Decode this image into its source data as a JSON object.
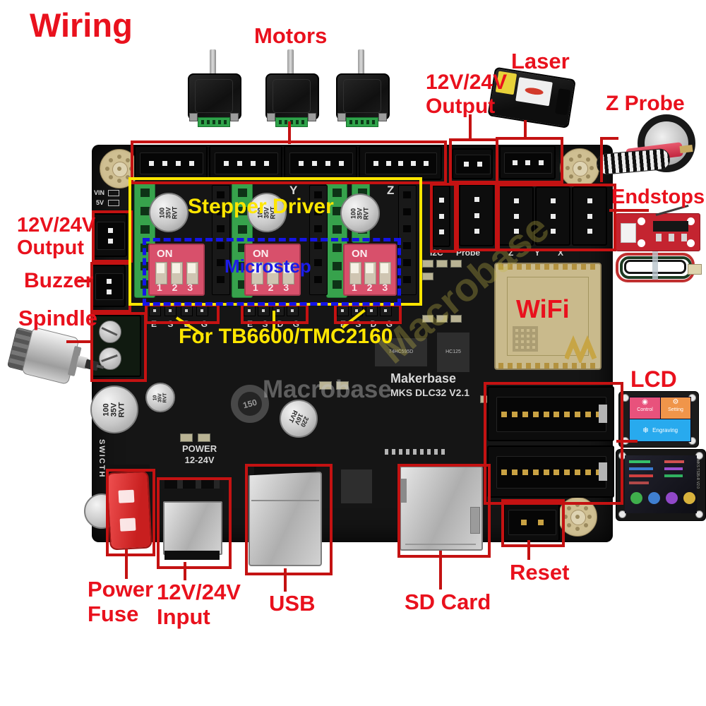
{
  "page": {
    "title": "Wiring"
  },
  "labels": {
    "motors": "Motors",
    "laser": "Laser",
    "output_top": "12V/24V\nOutput",
    "z_probe": "Z Probe",
    "endstops": "Endstops",
    "output_left": "12V/24V\nOutput",
    "buzzer": "Buzzer",
    "spindle": "Spindle",
    "wifi": "WiFi",
    "lcd": "LCD",
    "reset": "Reset",
    "power_fuse": "Power\nFuse",
    "input": "12V/24V\nInput",
    "usb": "USB",
    "sd_card": "SD Card",
    "stepper_driver": "Stepper Driver",
    "microstep": "Microstep",
    "driver_note": "For TB6600/TMC2160"
  },
  "colors": {
    "label_red": "#e9111d",
    "annotation_red": "#c41212",
    "box_yellow": "#ffe600",
    "box_blue": "#1414e6"
  },
  "board": {
    "brand": "Makerbase",
    "model": "MKS DLC32 V2.1",
    "watermark": "Macrobase",
    "silkscreen": {
      "power": "POWER\n12-24V",
      "switch": "SWICTH",
      "vin": "VIN",
      "v5": "5V",
      "axis_y": "Y",
      "axis_z": "Z",
      "conn_i2c": "I2C",
      "conn_probe": "Probe",
      "conn_z": "Z",
      "conn_y": "Y",
      "conn_x": "X",
      "pin_row": "E S D G"
    },
    "components": {
      "cap_large": "100\n35V\nRVT",
      "cap_small": "10\n35V\nRVT",
      "cap_220": "220\n16V\nRVT",
      "inductor": "150",
      "ic1": "74HC595D",
      "ic2": "HC125",
      "dip_on": "ON",
      "dip_numbers": "1 2 3"
    }
  },
  "lcd_screens": {
    "tile_control": "Control",
    "tile_setting": "Setting",
    "tile_engraving": "Engraving",
    "screen2_model": "MKS TS35-R V2.0"
  },
  "icons": {
    "control": "◉",
    "setting": "⚙",
    "engraving": "❄"
  }
}
